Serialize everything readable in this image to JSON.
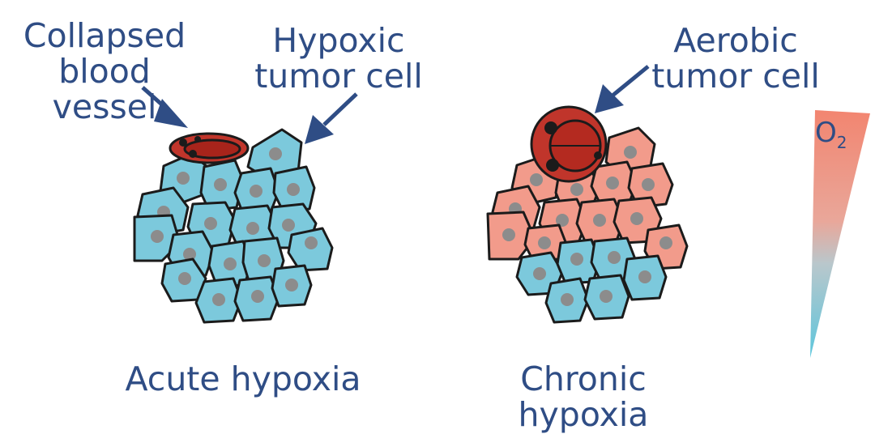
{
  "labels": {
    "collapsed_vessel": "Collapsed\nblood vessel",
    "hypoxic_cell": "Hypoxic\ntumor cell",
    "aerobic_cell": "Aerobic\ntumor cell",
    "oxygen_symbol": "O",
    "oxygen_subscript": "2"
  },
  "captions": {
    "acute": "Acute hypoxia",
    "chronic": "Chronic hypoxia"
  },
  "colors": {
    "text": "#2f4d85",
    "hypoxic_cell_fill": "#7cc9dc",
    "aerobic_cell_fill": "#f29b8b",
    "nucleus": "#8c8c8c",
    "vessel_outer": "#c0352b",
    "vessel_inner": "#a8241b",
    "outline": "#1b1b1b",
    "gradient_top": "#f28570",
    "gradient_bottom": "#5cc6dc"
  }
}
